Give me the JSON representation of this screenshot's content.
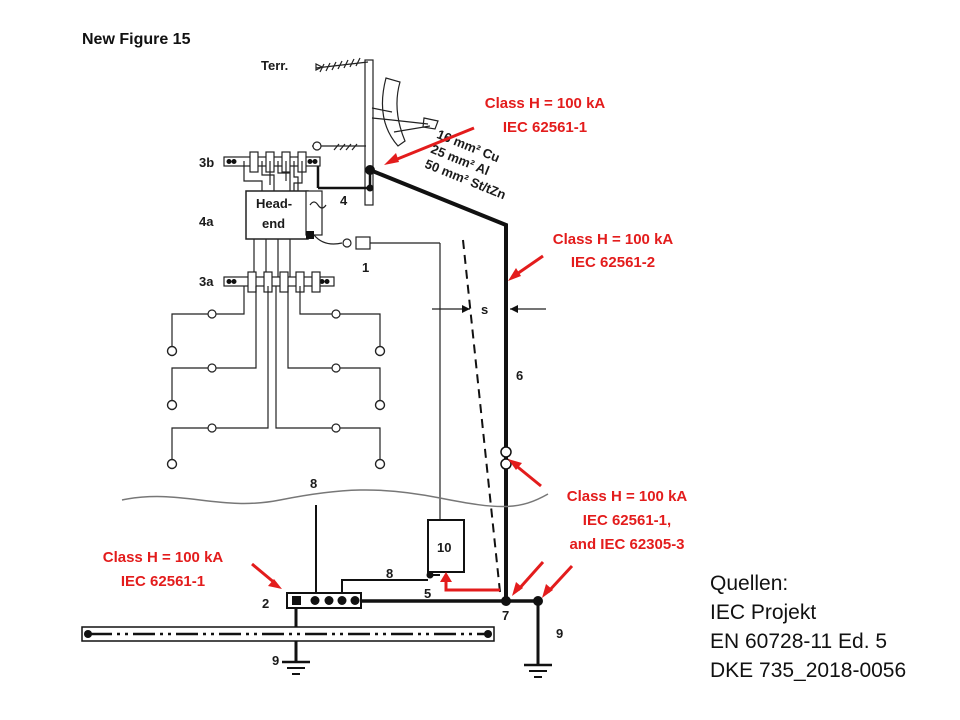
{
  "title": "New Figure 15",
  "labels": {
    "terr": "Terr.",
    "l3b": "3b",
    "l4a": "4a",
    "l3a": "3a",
    "l4": "4",
    "l1": "1",
    "l6": "6",
    "s": "s",
    "l8_top": "8",
    "l8_mid": "8",
    "l5": "5",
    "l2": "2",
    "l7": "7",
    "l9_left": "9",
    "l9_right": "9",
    "l10": "10",
    "headend_line1": "Head-",
    "headend_line2": "end"
  },
  "conductor": {
    "line1": "16 mm² Cu",
    "line2": "25 mm² Al",
    "line3": "50 mm² St/tZn"
  },
  "annotations": {
    "a1_line1": "Class H = 100 kA",
    "a1_line2": "IEC 62561-1",
    "a2_line1": "Class H = 100 kA",
    "a2_line2": "IEC 62561-2",
    "a3_line1": "Class H = 100 kA",
    "a3_line2": "IEC 62561-1,",
    "a3_line3": "and IEC 62305-3",
    "a4_line1": "Class H = 100 kA",
    "a4_line2": "IEC 62561-1"
  },
  "sources": {
    "line1": "Quellen:",
    "line2": "IEC Projekt",
    "line3": "EN 60728-11 Ed. 5",
    "line4": "DKE 735_2018-0056"
  },
  "colors": {
    "annotation": "#e31c1c",
    "line": "#111111"
  }
}
